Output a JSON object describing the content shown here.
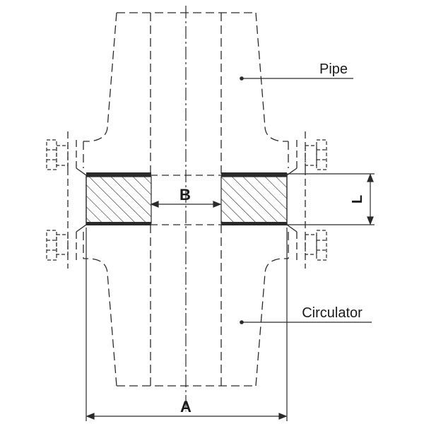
{
  "labels": {
    "pipe": "Pipe",
    "circulator": "Circulator"
  },
  "dimensions": {
    "a": "A",
    "b": "B",
    "l": "L"
  },
  "colors": {
    "line": "#2a2a2a",
    "background": "#ffffff"
  }
}
